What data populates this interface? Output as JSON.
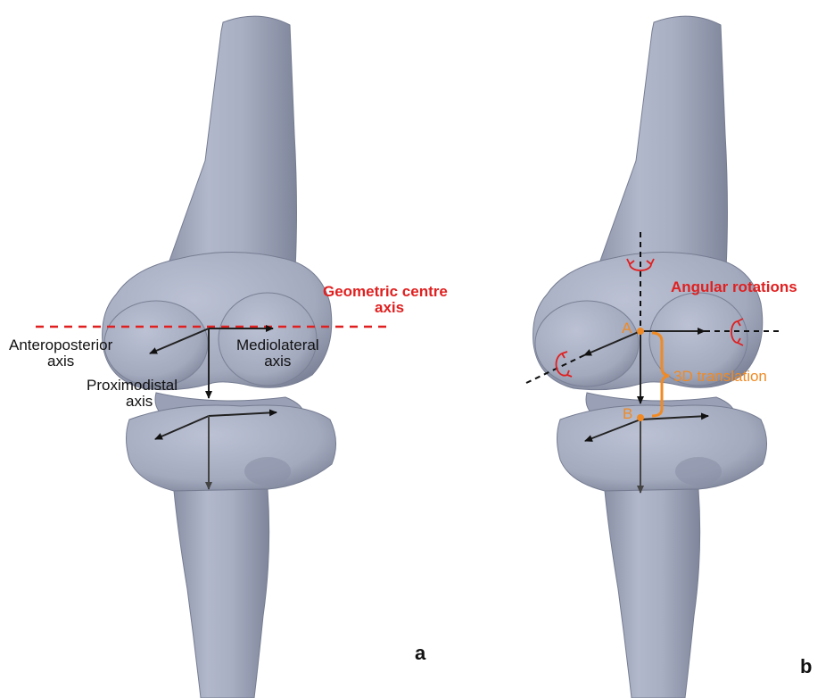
{
  "panel_a": {
    "letter": "a",
    "geometric_axis_line1": "Geometric centre",
    "geometric_axis_line2": "axis",
    "anteroposterior_line1": "Anteroposterior",
    "anteroposterior_line2": "axis",
    "mediolateral_line1": "Mediolateral",
    "mediolateral_line2": "axis",
    "proximodistal_line1": "Proximodistal",
    "proximodistal_line2": "axis"
  },
  "panel_b": {
    "letter": "b",
    "angular_rotations": "Angular rotations",
    "translation": "3D translation",
    "point_a": "A",
    "point_b": "B"
  },
  "colors": {
    "bone": "#a7aec2",
    "bone_shadow": "#7c8398",
    "axis_black": "#111111",
    "axis_red": "#e02020",
    "translation_orange": "#f08a24"
  }
}
